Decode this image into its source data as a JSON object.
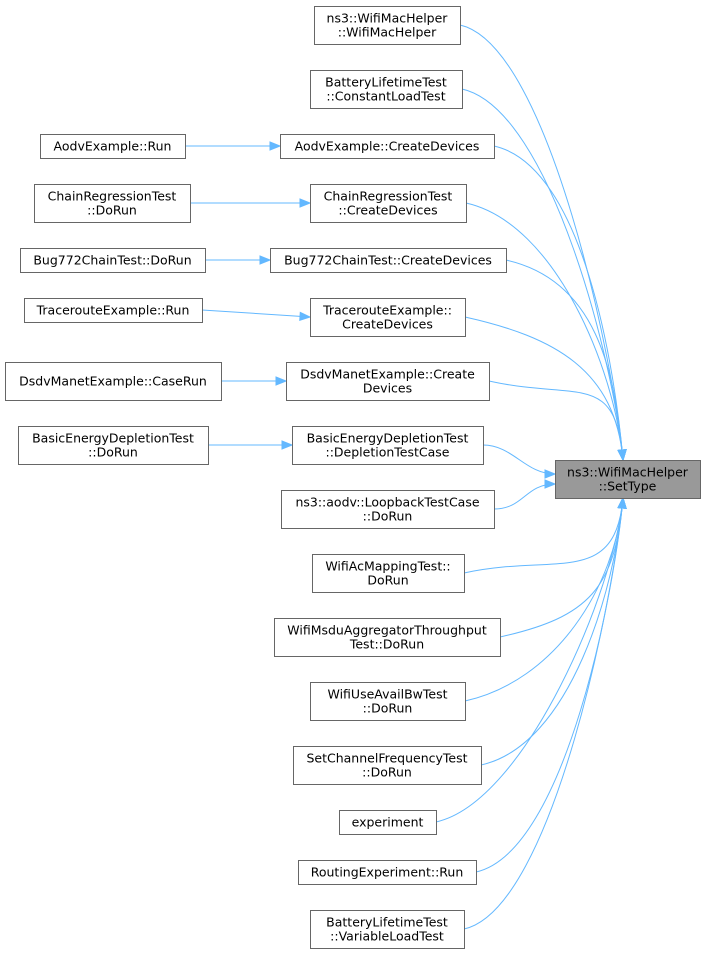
{
  "target": {
    "lines": [
      "ns3::WifiMacHelper",
      "::SetType"
    ]
  },
  "callers": [
    {
      "id": "c1",
      "lines": [
        "ns3::WifiMacHelper",
        "::WifiMacHelper"
      ]
    },
    {
      "id": "c2",
      "lines": [
        "BatteryLifetimeTest",
        "::ConstantLoadTest"
      ]
    },
    {
      "id": "c3",
      "lines": [
        "AodvExample::CreateDevices"
      ]
    },
    {
      "id": "c4",
      "lines": [
        "ChainRegressionTest",
        "::CreateDevices"
      ]
    },
    {
      "id": "c5",
      "lines": [
        "Bug772ChainTest::CreateDevices"
      ]
    },
    {
      "id": "c6",
      "lines": [
        "TracerouteExample::",
        "CreateDevices"
      ]
    },
    {
      "id": "c7",
      "lines": [
        "DsdvManetExample::Create",
        "Devices"
      ]
    },
    {
      "id": "c8",
      "lines": [
        "BasicEnergyDepletionTest",
        "::DepletionTestCase"
      ]
    },
    {
      "id": "c9",
      "lines": [
        "ns3::aodv::LoopbackTestCase",
        "::DoRun"
      ]
    },
    {
      "id": "c10",
      "lines": [
        "WifiAcMappingTest::",
        "DoRun"
      ]
    },
    {
      "id": "c11",
      "lines": [
        "WifiMsduAggregatorThroughput",
        "Test::DoRun"
      ]
    },
    {
      "id": "c12",
      "lines": [
        "WifiUseAvailBwTest",
        "::DoRun"
      ]
    },
    {
      "id": "c13",
      "lines": [
        "SetChannelFrequencyTest",
        "::DoRun"
      ]
    },
    {
      "id": "c14",
      "lines": [
        "experiment"
      ]
    },
    {
      "id": "c15",
      "lines": [
        "RoutingExperiment::Run"
      ]
    },
    {
      "id": "c16",
      "lines": [
        "BatteryLifetimeTest",
        "::VariableLoadTest"
      ]
    }
  ],
  "second_level": [
    {
      "id": "s1",
      "calls": "c3",
      "lines": [
        "AodvExample::Run"
      ]
    },
    {
      "id": "s2",
      "calls": "c4",
      "lines": [
        "ChainRegressionTest",
        "::DoRun"
      ]
    },
    {
      "id": "s3",
      "calls": "c5",
      "lines": [
        "Bug772ChainTest::DoRun"
      ]
    },
    {
      "id": "s4",
      "calls": "c6",
      "lines": [
        "TracerouteExample::Run"
      ]
    },
    {
      "id": "s5",
      "calls": "c7",
      "lines": [
        "DsdvManetExample::CaseRun"
      ]
    },
    {
      "id": "s6",
      "calls": "c8",
      "lines": [
        "BasicEnergyDepletionTest",
        "::DoRun"
      ]
    }
  ],
  "colors": {
    "edge": "#63b8ff",
    "node_border": "#666666",
    "target_fill": "#999999"
  }
}
